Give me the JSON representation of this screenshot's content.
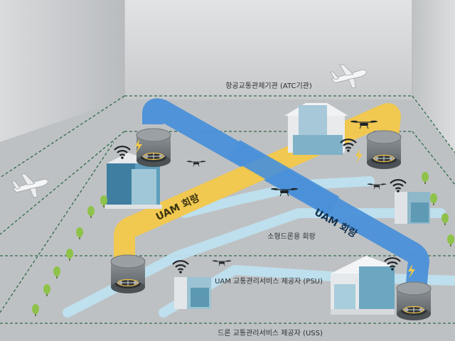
{
  "labels": {
    "atc": "항공교통관제기관 (ATC기관)",
    "uam_yellow": "UAM 회랑",
    "uam_blue": "UAM 회랑",
    "small_drone": "소형드론용 회랑",
    "psu": "UAM 교통관리서비스 제공자 (PSU)",
    "uss": "드론 교통관리서비스 제공자 (USS)"
  },
  "colors": {
    "yellow_corridor": "#f2c84b",
    "blue_corridor": "#4a90d9",
    "light_corridor": "#bfe1f0",
    "dashed_line": "#2f6b4a"
  },
  "icons": [
    "airplane-icon",
    "airplane-icon",
    "drone-icon",
    "wifi-icon",
    "lightning-icon",
    "building-icon",
    "tree-icon",
    "vertiport-icon"
  ]
}
